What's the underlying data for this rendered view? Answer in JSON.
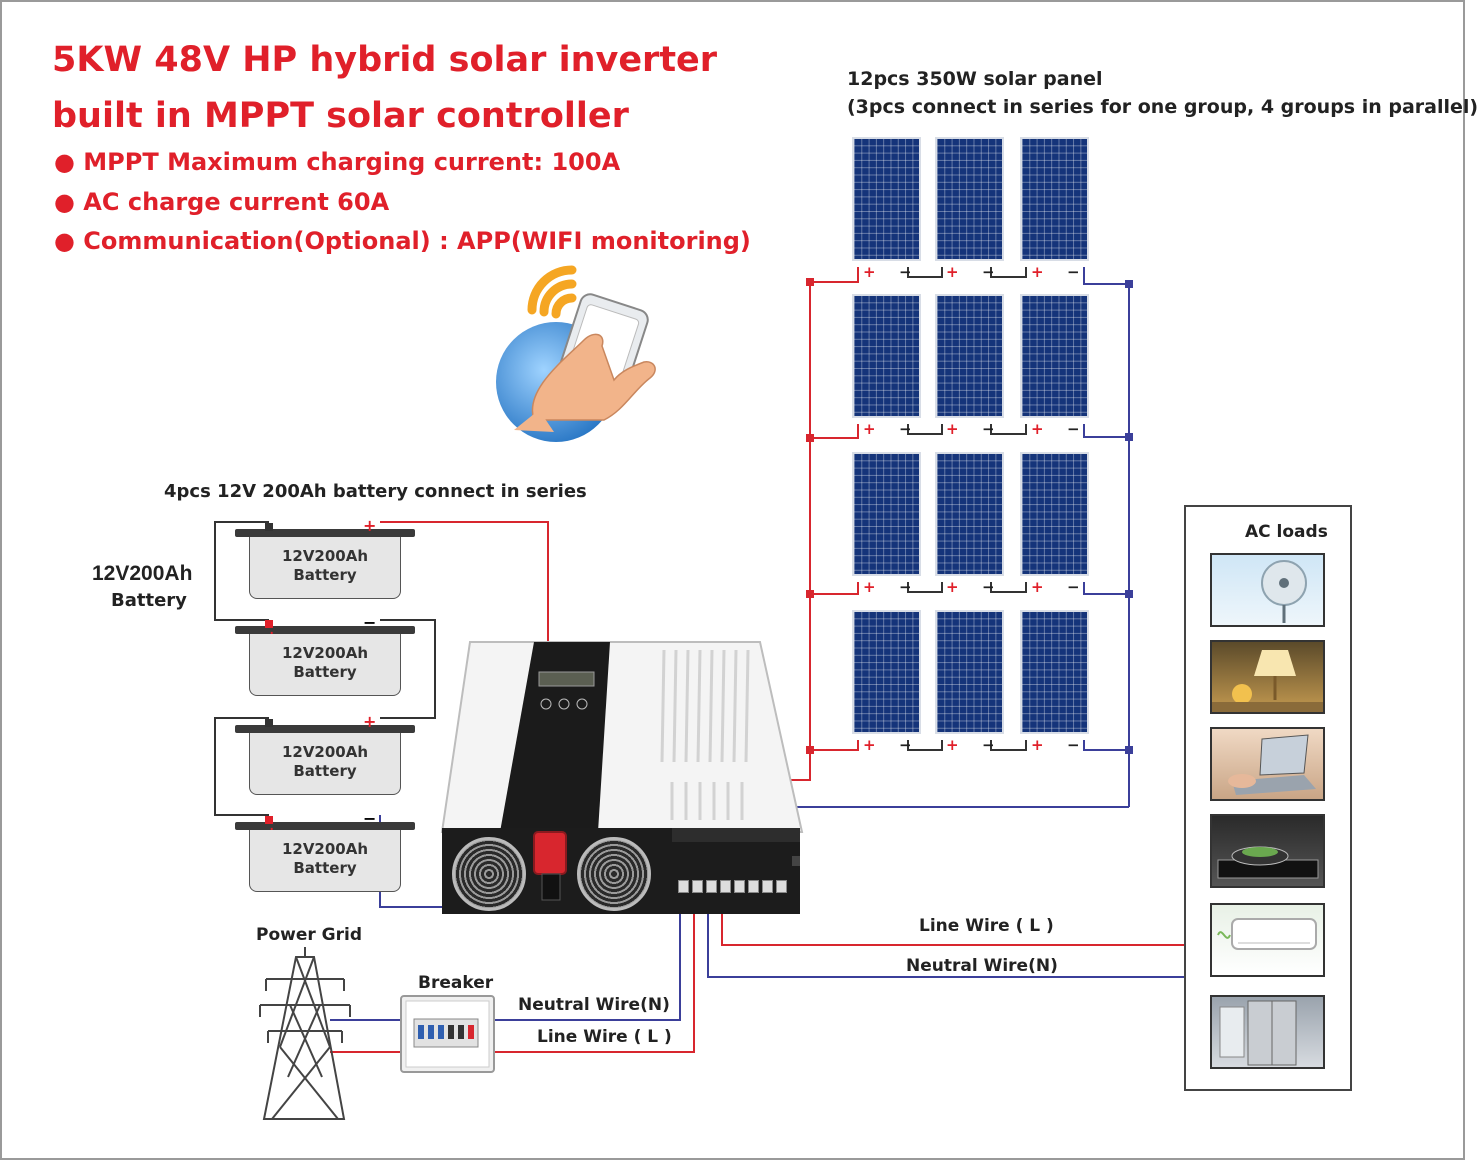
{
  "title": {
    "line1": "5KW 48V HP hybrid solar inverter",
    "line2": "built in MPPT solar controller"
  },
  "bullets": [
    "● MPPT Maximum charging current: 100A",
    "● AC charge current 60A",
    "● Communication(Optional) : APP(WIFI monitoring)"
  ],
  "solar": {
    "title": "12pcs 350W solar panel",
    "subtitle": "(3pcs connect in series for one group, 4 groups in parallel)",
    "plus": "+",
    "minus": "−"
  },
  "battery": {
    "title": "4pcs 12V 200Ah battery connect in series",
    "side_label_1": "12V200Ah",
    "side_label_2": "Battery",
    "unit_rating": "12V200Ah",
    "unit_name": "Battery",
    "plus": "+",
    "minus": "−"
  },
  "grid": {
    "power_grid": "Power Grid",
    "breaker": "Breaker",
    "neutral_wire": "Neutral Wire(N)",
    "line_wire": "Line Wire ( L )"
  },
  "loads": {
    "title": "AC loads",
    "line_wire": "Line Wire ( L )",
    "neutral_wire": "Neutral Wire(N)",
    "items": [
      "fan-icon",
      "lamp-icon",
      "laptop-icon",
      "cooktop-icon",
      "air-conditioner-icon",
      "refrigerator-icon"
    ]
  },
  "colors": {
    "title_red": "#e0202a",
    "positive_wire": "#d8262e",
    "negative_wire": "#3b3f9a",
    "panel_blue": "#15347a",
    "wifi_orange": "#f5a623",
    "globe_blue": "#2b7fd0"
  }
}
